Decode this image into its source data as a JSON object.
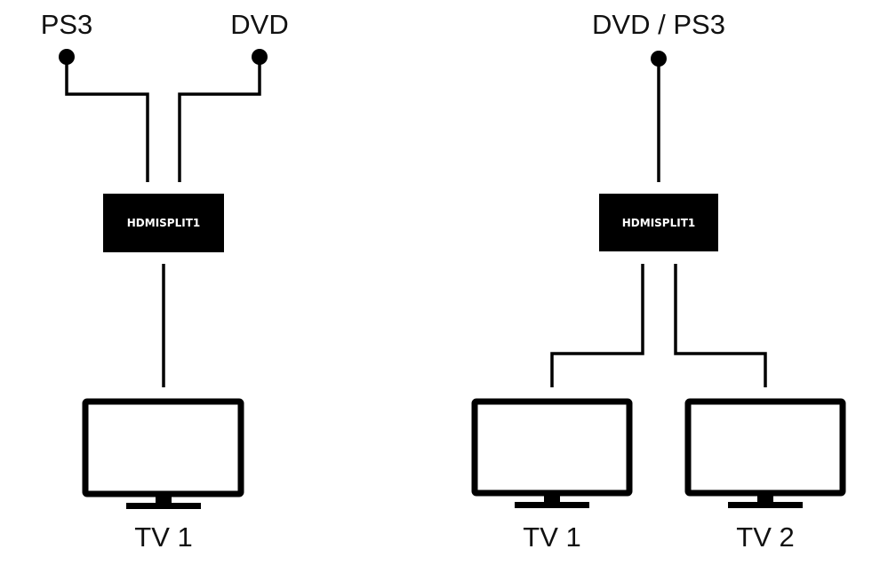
{
  "setups": [
    {
      "sources": [
        {
          "label": "PS3"
        },
        {
          "label": "DVD"
        }
      ],
      "splitter": {
        "label": "HDMISPLIT1"
      },
      "outputs": [
        {
          "label": "TV 1"
        }
      ]
    },
    {
      "sources": [
        {
          "label": "DVD / PS3"
        }
      ],
      "splitter": {
        "label": "HDMISPLIT1"
      },
      "outputs": [
        {
          "label": "TV 1"
        },
        {
          "label": "TV 2"
        }
      ]
    }
  ],
  "colors": {
    "ink": "#000000",
    "background": "#ffffff",
    "splitter_text": "#ffffff"
  },
  "icons": {
    "source": "connector-dot-icon",
    "output": "tv-icon"
  }
}
